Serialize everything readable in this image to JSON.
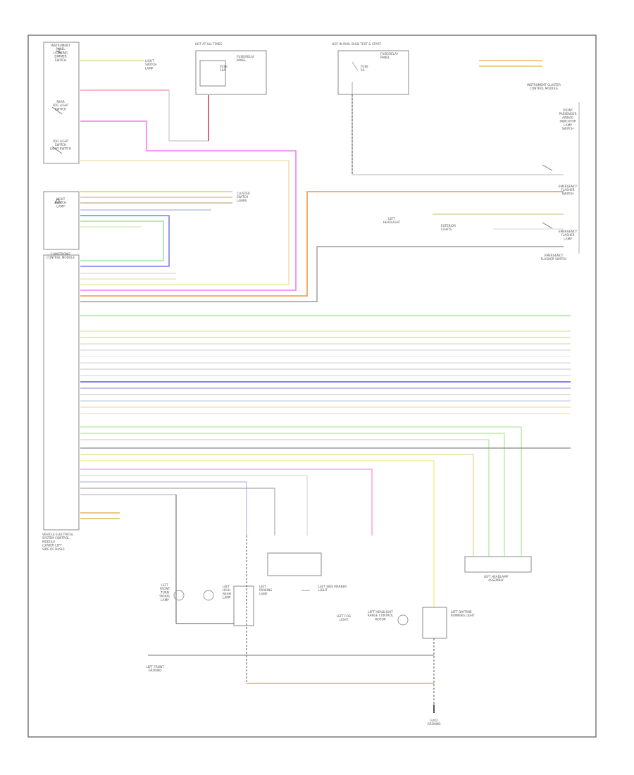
{
  "diagram": {
    "footer_code": "",
    "components": [
      {
        "id": "dimmer",
        "lines": [
          "INSTRUMENT",
          "PANEL",
          "LIGHTING",
          "DIMMER",
          "SWITCH"
        ]
      },
      {
        "id": "rear-fog",
        "lines": [
          "REAR",
          "FOG LIGHT",
          "SWITCH"
        ]
      },
      {
        "id": "fog-light",
        "lines": [
          "FOG LIGHT",
          "SWITCH",
          "LIGHT SWITCH"
        ]
      },
      {
        "id": "light-switch",
        "lines": [
          "LIGHT",
          "SWITCH",
          "LAMP"
        ]
      },
      {
        "id": "ccm",
        "lines": [
          "CLIMATRONIC",
          "CONTROL MODULE"
        ]
      },
      {
        "id": "hood-control",
        "lines": [
          "VEHICLE ELECTRICAL",
          "SYSTEM CONTROL",
          "MODULE",
          "(LOWER LEFT",
          "SIDE OF DASH)"
        ]
      },
      {
        "id": "hot-at-all-times-1",
        "lines": [
          "HOT AT ALL TIMES"
        ]
      },
      {
        "id": "hot-in-run",
        "lines": [
          "HOT IN RUN, BULB TEST & START"
        ]
      },
      {
        "id": "fuse-1",
        "lines": [
          "FUSE",
          "10A"
        ]
      },
      {
        "id": "fuse-2",
        "lines": [
          "FUSE",
          "5A"
        ]
      },
      {
        "id": "fuse-block-1",
        "lines": [
          "FUSE/RELAY",
          "PANEL"
        ]
      },
      {
        "id": "fuse-block-2",
        "lines": [
          "FUSE/RELAY",
          "PANEL"
        ]
      },
      {
        "id": "light-module",
        "lines": [
          "LIGHT",
          "SWITCH",
          "LAMP"
        ]
      },
      {
        "id": "cluster-connector",
        "lines": [
          "CLUSTER",
          "SWITCH",
          "LAMPS"
        ]
      },
      {
        "id": "instrument-cluster",
        "lines": [
          "INSTRUMENT CLUSTER",
          "CONTROL MODULE"
        ]
      },
      {
        "id": "front-passenger",
        "lines": [
          "FRONT",
          "PASSENGER",
          "AIRBAG",
          "INDICATOR",
          "LAMP",
          "SWITCH"
        ]
      },
      {
        "id": "emergency-flasher",
        "lines": [
          "EMERGENCY",
          "FLASHER",
          "SWITCH"
        ]
      },
      {
        "id": "exterior-lights",
        "lines": [
          "EXTERIOR",
          "LIGHTS"
        ]
      },
      {
        "id": "emergency-flasher-lamp",
        "lines": [
          "EMERGENCY",
          "FLASHER",
          "LAMP"
        ]
      },
      {
        "id": "ground-emergency",
        "lines": [
          "EMERGENCY",
          "FLASHER SWITCH"
        ]
      },
      {
        "id": "left-headlamp",
        "lines": [
          "LEFT",
          "HEADLIGHT"
        ]
      },
      {
        "id": "left-low-beam",
        "lines": [
          "LEFT",
          "HIGH",
          "BEAM",
          "LAMP"
        ]
      },
      {
        "id": "left-turn",
        "lines": [
          "LEFT",
          "FRONT",
          "TURN",
          "SIGNAL",
          "LAMP"
        ]
      },
      {
        "id": "left-parking",
        "lines": [
          "LEFT",
          "PARKING",
          "LAMP"
        ]
      },
      {
        "id": "left-side-marker",
        "lines": [
          "LEFT SIDE MARKER",
          "LIGHT"
        ]
      },
      {
        "id": "left-daytime",
        "lines": [
          "LEFT DAYTIME",
          "RUNNING LIGHT"
        ]
      },
      {
        "id": "left-range",
        "lines": [
          "LEFT HEADLIGHT",
          "RANGE CONTROL",
          "MOTOR"
        ]
      },
      {
        "id": "left-fog",
        "lines": [
          "LEFT FOG",
          "LIGHT"
        ]
      },
      {
        "id": "left-headlamp-assy",
        "lines": [
          "LEFT HEADLAMP",
          "ASSEMBLY"
        ]
      },
      {
        "id": "left-front-ground",
        "lines": [
          "LEFT FRONT",
          "GROUND"
        ]
      },
      {
        "id": "g-ground",
        "lines": [
          "G202",
          "GROUND"
        ]
      }
    ]
  }
}
